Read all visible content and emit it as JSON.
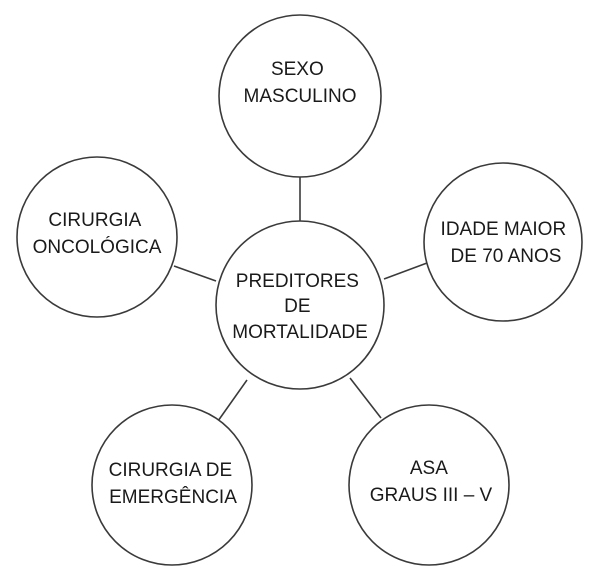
{
  "diagram": {
    "center": {
      "lines": [
        "PREDITORES",
        "DE",
        "MORTALIDADE"
      ]
    },
    "nodes": [
      {
        "id": "sexo-masculino",
        "lines": [
          "SEXO",
          "MASCULINO"
        ]
      },
      {
        "id": "idade-maior-70",
        "lines": [
          "IDADE MAIOR",
          "DE 70 ANOS"
        ]
      },
      {
        "id": "asa-graus",
        "lines": [
          "ASA",
          "GRAUS III – V"
        ]
      },
      {
        "id": "cirurgia-emergencia",
        "lines": [
          "CIRURGIA DE",
          "EMERGÊNCIA"
        ]
      },
      {
        "id": "cirurgia-oncologica",
        "lines": [
          "CIRURGIA",
          "ONCOLÓGICA"
        ]
      }
    ],
    "colors": {
      "stroke": "#3a3a3a",
      "text": "#1a1a1a",
      "fill": "#ffffff"
    }
  }
}
